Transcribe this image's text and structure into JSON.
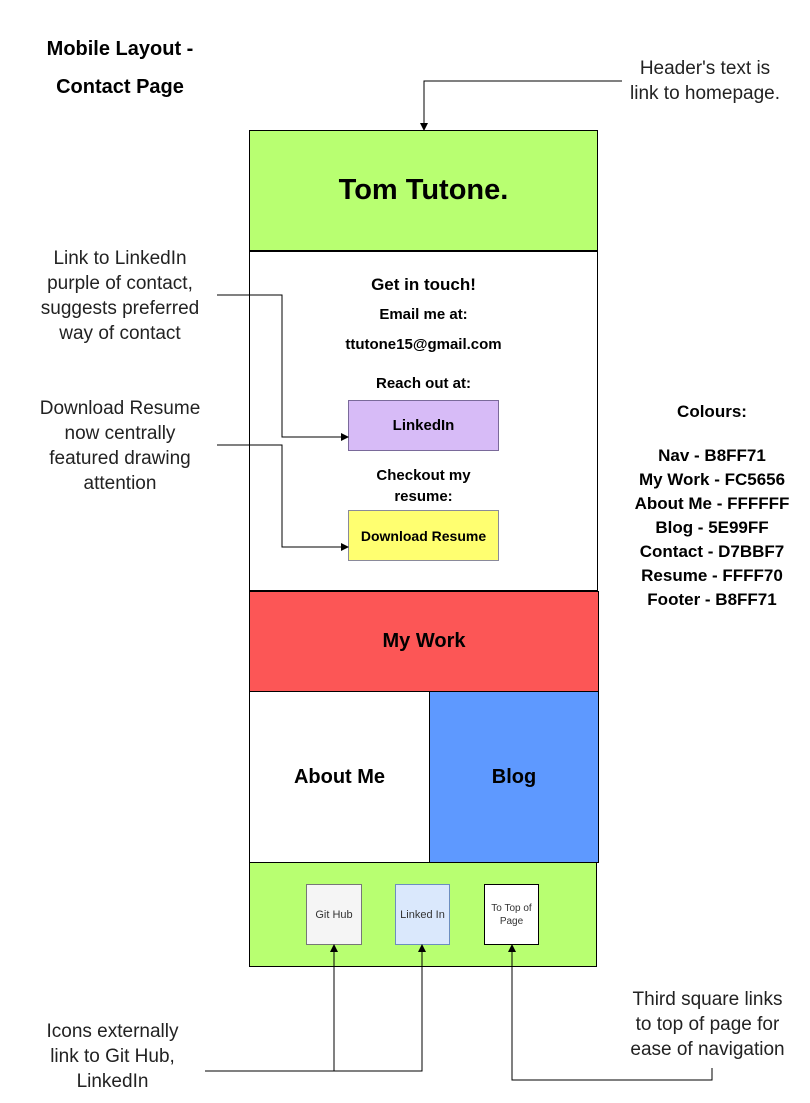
{
  "title_lines": [
    "Mobile Layout -",
    "Contact Page"
  ],
  "header": {
    "text": "Tom Tutone.",
    "color": "#B8FF71"
  },
  "contact": {
    "heading": "Get in touch!",
    "email_label": "Email me at:",
    "email": "ttutone15@gmail.com",
    "reach_label": "Reach out at:",
    "linkedin_button": "LinkedIn",
    "linkedin_color": "#D7BBF7",
    "resume_label_lines": [
      "Checkout my",
      "resume:"
    ],
    "resume_button": "Download Resume",
    "resume_color": "#FFFF70"
  },
  "nav": {
    "my_work": {
      "label": "My Work",
      "color": "#FC5656"
    },
    "about_me": {
      "label": "About Me",
      "color": "#FFFFFF"
    },
    "blog": {
      "label": "Blog",
      "color": "#5E99FF"
    }
  },
  "footer": {
    "color": "#B8FF71",
    "icons": [
      {
        "label": "Git Hub",
        "icon": "github-icon",
        "color": "#F5F5F5"
      },
      {
        "label": "Linked In",
        "icon": "linkedin-icon",
        "color": "#DAE8FC"
      },
      {
        "label_lines": [
          "To Top of",
          "Page"
        ],
        "icon": "to-top-icon",
        "color": "#FFFFFF"
      }
    ]
  },
  "annotations": {
    "header_note": [
      "Header's text is",
      "link to homepage."
    ],
    "linkedin_note": [
      "Link to LinkedIn",
      "purple of contact,",
      "suggests preferred",
      "way of contact"
    ],
    "resume_note": [
      "Download Resume",
      "now centrally",
      "featured drawing",
      "attention"
    ],
    "icons_note": [
      "Icons externally",
      "link to Git Hub,",
      "LinkedIn"
    ],
    "top_note": [
      "Third square links",
      "to top of page for",
      "ease of navigation"
    ]
  },
  "colours": {
    "heading": "Colours:",
    "lines": [
      "Nav - B8FF71",
      "My Work - FC5656",
      "About Me - FFFFFF",
      "Blog - 5E99FF",
      "Contact - D7BBF7",
      "Resume - FFFF70",
      "Footer - B8FF71"
    ]
  }
}
